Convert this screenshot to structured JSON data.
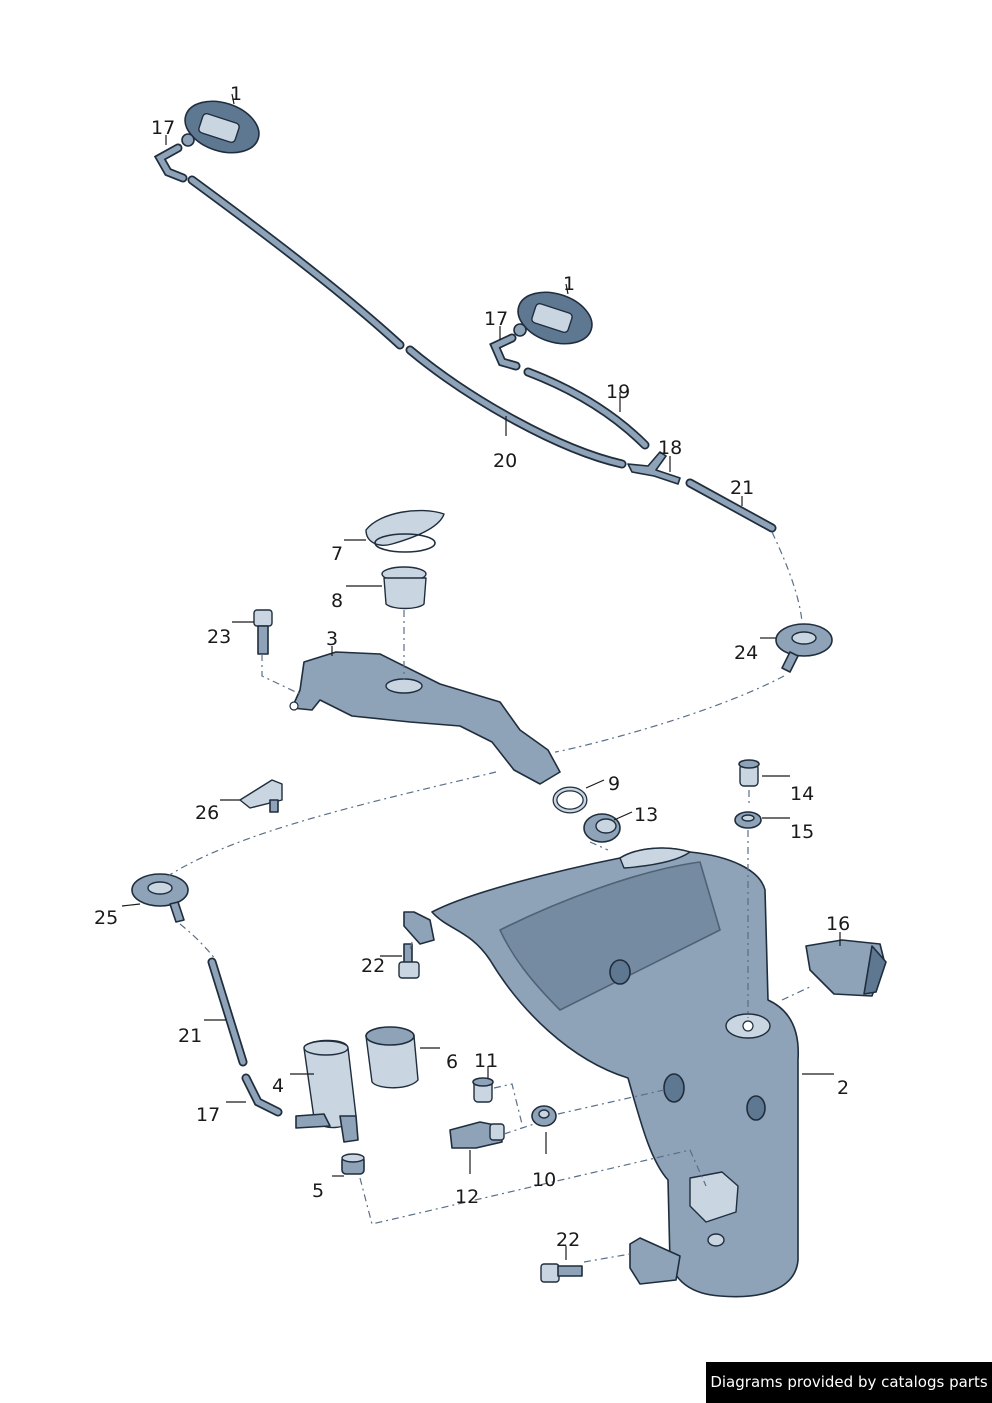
{
  "callouts": {
    "n1a": "1",
    "n17a": "17",
    "n1b": "1",
    "n17b": "17",
    "n19": "19",
    "n20": "20",
    "n18": "18",
    "n21a": "21",
    "n7": "7",
    "n8": "8",
    "n3": "3",
    "n23": "23",
    "n24": "24",
    "n9": "9",
    "n13": "13",
    "n14": "14",
    "n15": "15",
    "n26": "26",
    "n16": "16",
    "n25": "25",
    "n22a": "22",
    "n6": "6",
    "n21b": "21",
    "n11": "11",
    "n4": "4",
    "n2": "2",
    "n17c": "17",
    "n10": "10",
    "n5": "5",
    "n12": "12",
    "n22b": "22"
  },
  "credit": "Diagrams provided by catalogs parts"
}
